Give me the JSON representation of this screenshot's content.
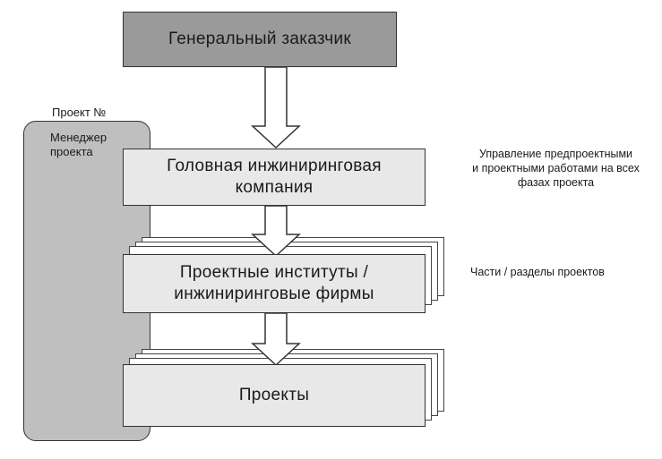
{
  "diagram": {
    "project_label": "Проект  №",
    "manager_label": "Менеджер\nпроекта",
    "nodes": {
      "customer": "Генеральный заказчик",
      "lead_company": "Головная инжиниринговая\nкомпания",
      "institutes": "Проектные институты /\nинжиниринговые фирмы",
      "projects": "Проекты"
    },
    "notes": {
      "lead_company": "Управление предпроектными\nи проектными работами на всех\nфазах проекта",
      "institutes": "Части / разделы проектов"
    }
  }
}
